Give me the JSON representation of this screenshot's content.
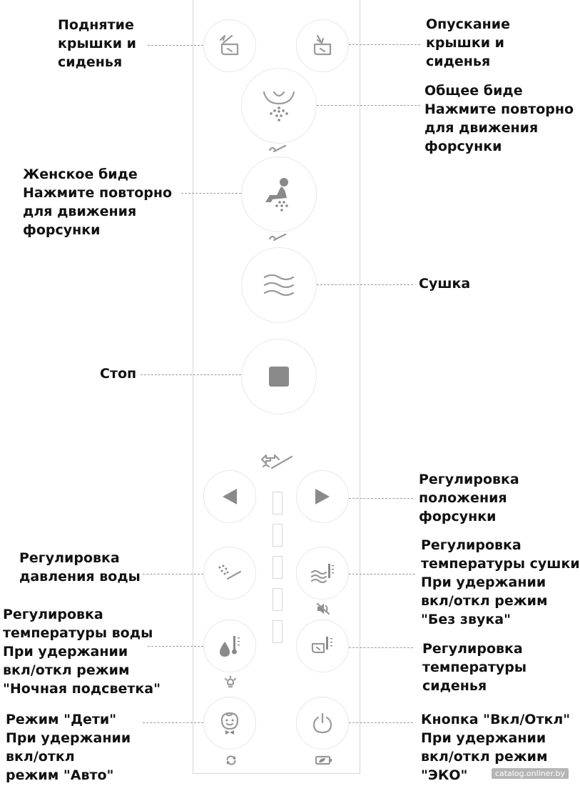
{
  "labels": {
    "lift": "Поднятие\nкрышки и\nсиденья",
    "lower": "Опускание\nкрышки и\nсиденья",
    "bidet": "Общее биде\nНажмите повторно\nдля движения\nфорсунки",
    "female": "Женское биде\nНажмите повторно\nдля движения\nфорсунки",
    "dry": "Сушка",
    "stop": "Стоп",
    "position": "Регулировка\nположения\nфорсунки",
    "pressure": "Регулировка\nдавления воды",
    "dryTemp": "Регулировка\nтемпературы сушки\nПри удержании\nвкл/откл режим\n\"Без звука\"",
    "waterTemp": "Регулировка\nтемпературы воды\nПри удержании\nвкл/откл режим\n\"Ночная подсветка\"",
    "seatTemp": "Регулировка\nтемпературы\nсиденья",
    "kids": "Режим \"Дети\"\nПри удержании\nвкл/откл\nрежим \"Авто\"",
    "power": "Кнопка \"Вкл/Откл\"\nПри удержании\nвкл/откл режим\n\"ЭКО\""
  },
  "watermark": "catalog.onliner.by",
  "colors": {
    "icon": "#9a9a9a",
    "panel_border": "#d4d4d4",
    "label": "#111111",
    "leader": "#9a9a9a"
  }
}
